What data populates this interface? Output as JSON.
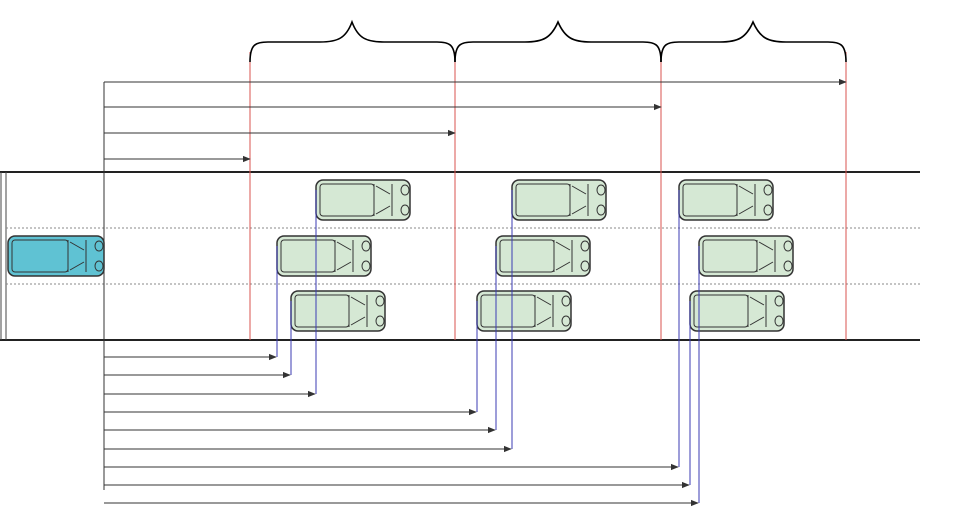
{
  "diagram": {
    "road": {
      "lanes": 3
    },
    "colors": {
      "ego_body": "#5fc2d3",
      "other_body": "#d5e8d4",
      "outline": "#333333",
      "zone_line": "#d9534f",
      "link_line": "#3b3bb3",
      "arrow": "#333333",
      "lane_divider": "#888888",
      "road_edge": "#222222",
      "brace": "#000000"
    },
    "ego_vehicle": {
      "lane": 1,
      "color_role": "ego"
    },
    "zones": [
      {
        "id": "zone-1",
        "vehicles": [
          {
            "lane": 0,
            "id": "z1-lane0"
          },
          {
            "lane": 1,
            "id": "z1-lane1"
          },
          {
            "lane": 2,
            "id": "z1-lane2"
          }
        ]
      },
      {
        "id": "zone-2",
        "vehicles": [
          {
            "lane": 0,
            "id": "z2-lane0"
          },
          {
            "lane": 1,
            "id": "z2-lane1"
          },
          {
            "lane": 2,
            "id": "z2-lane2"
          }
        ]
      },
      {
        "id": "zone-3",
        "vehicles": [
          {
            "lane": 0,
            "id": "z3-lane0"
          },
          {
            "lane": 1,
            "id": "z3-lane1"
          },
          {
            "lane": 2,
            "id": "z3-lane2"
          }
        ]
      }
    ],
    "boundary_arrows": 4,
    "vehicle_arrows": 9
  }
}
